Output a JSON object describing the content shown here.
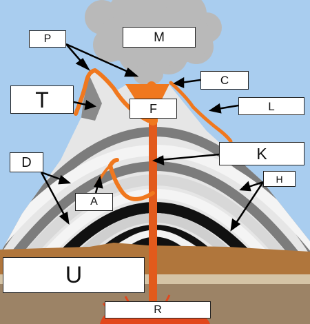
{
  "labels": {
    "P": "P",
    "M": "M",
    "C": "C",
    "T": "T",
    "F": "F",
    "L": "L",
    "K": "K",
    "D": "D",
    "H": "H",
    "A": "A",
    "U": "U",
    "R": "R"
  },
  "colors": {
    "sky": "#a9cdef",
    "ash_cloud": "#b9b9b9",
    "lava": "#f0781e",
    "magma_red": "#e2471c",
    "dark_rock": "#111111",
    "gray_rock": "#7c7c7c",
    "light_rock": "#ececec",
    "ground_brown": "#b0763c",
    "ground_tan": "#d5c4a6",
    "ground_deep": "#9c8366"
  }
}
